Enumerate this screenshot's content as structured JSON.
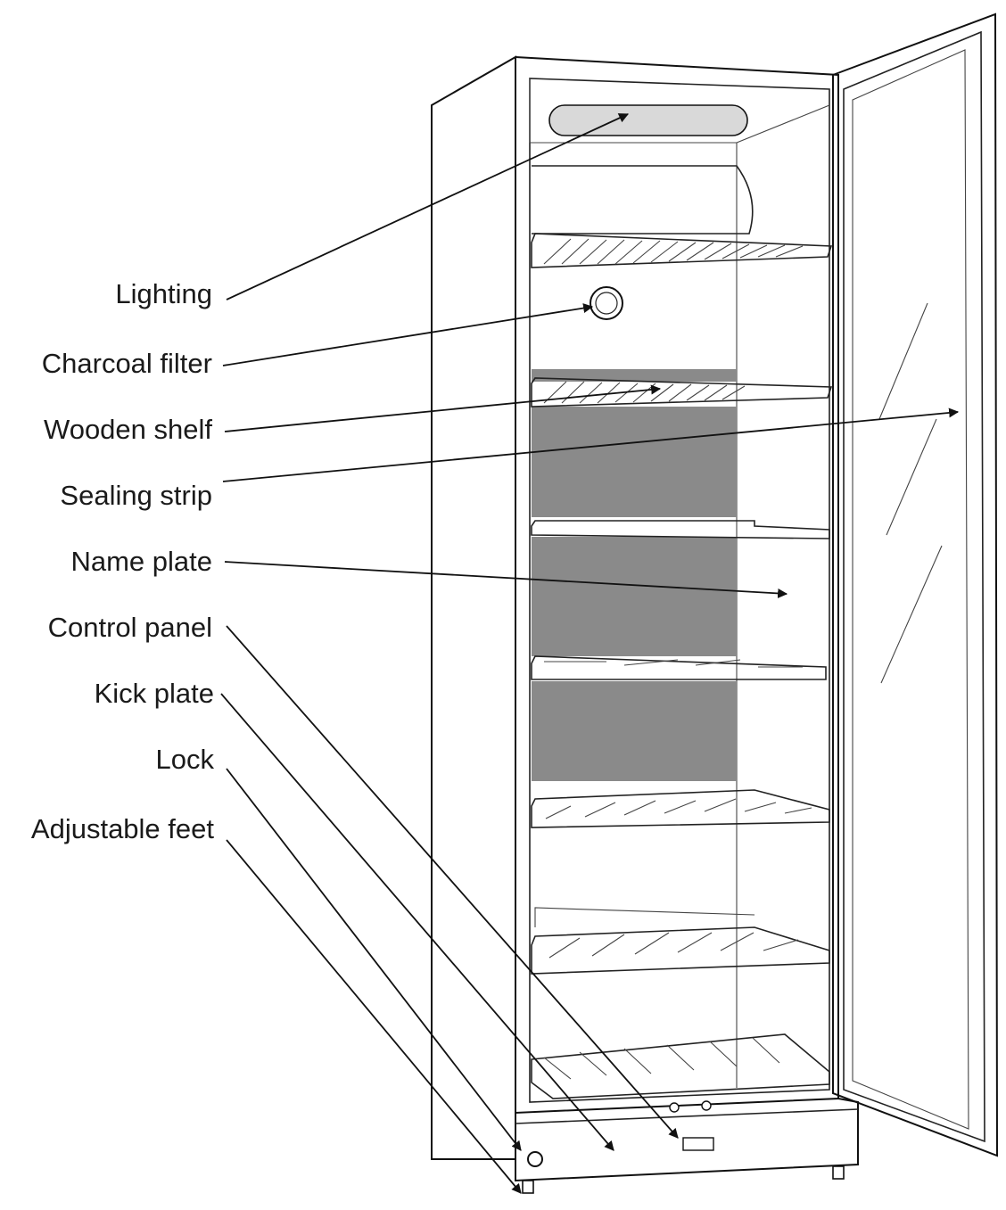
{
  "labels": {
    "lighting": "Lighting",
    "charcoal_filter": "Charcoal filter",
    "wooden_shelf": "Wooden shelf",
    "sealing_strip": "Sealing strip",
    "name_plate": "Name plate",
    "control_panel": "Control panel",
    "kick_plate": "Kick plate",
    "lock": "Lock",
    "adjustable_feet": "Adjustable feet"
  },
  "colors": {
    "line": "#111111",
    "back_panel": "#8a8a8a",
    "light_strip": "#d9d9d9",
    "background": "#ffffff"
  }
}
